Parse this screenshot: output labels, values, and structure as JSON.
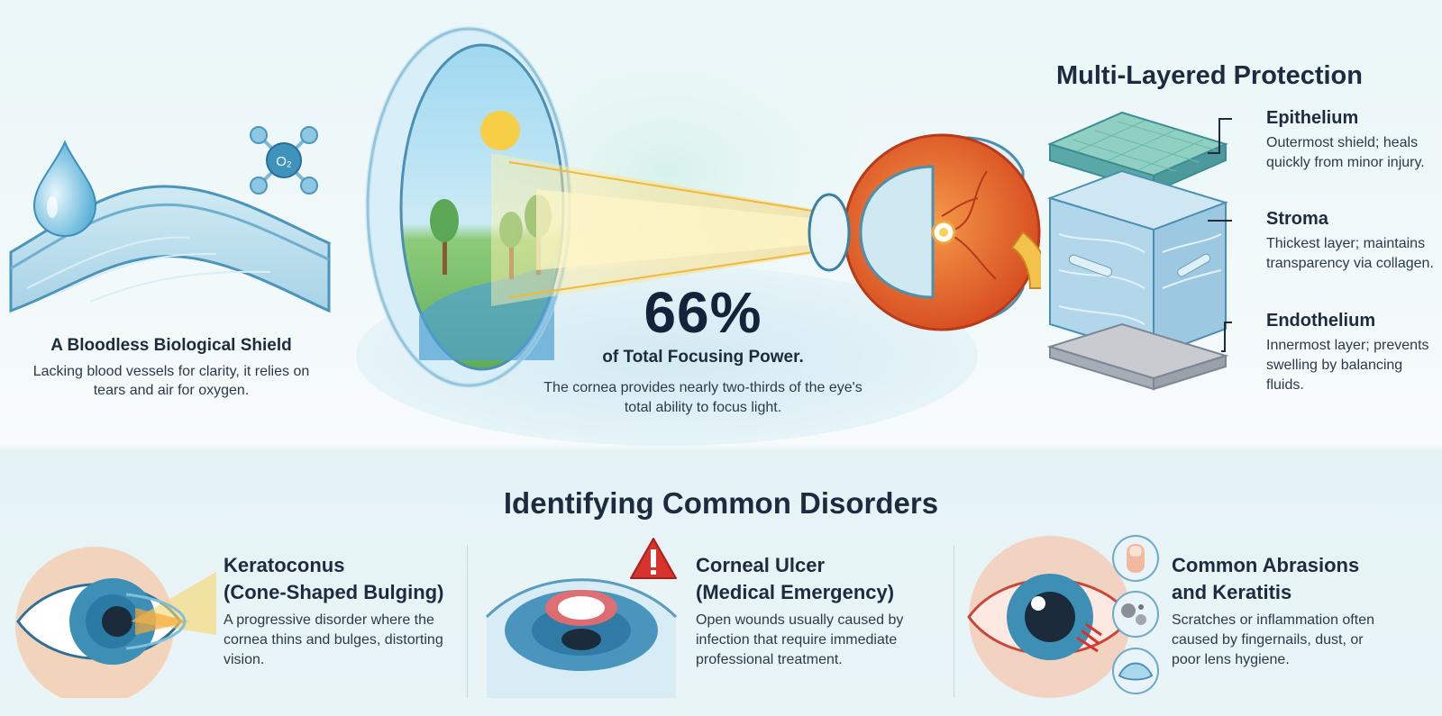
{
  "header": {
    "partial_title": ""
  },
  "shield": {
    "title": "A Bloodless Biological Shield",
    "description": "Lacking blood vessels for clarity, it relies on tears and air for oxygen.",
    "o2_label": "O₂"
  },
  "focus": {
    "percent": "66%",
    "label": "of Total Focusing Power.",
    "description": "The cornea provides nearly two-thirds of the eye's total ability to focus light."
  },
  "layers": {
    "title": "Multi-Layered Protection",
    "items": [
      {
        "name": "Epithelium",
        "description": "Outermost shield; heals quickly from minor injury."
      },
      {
        "name": "Stroma",
        "description": "Thickest layer; maintains transparency via collagen."
      },
      {
        "name": "Endothelium",
        "description": "Innermost layer; prevents swelling by balancing fluids."
      }
    ]
  },
  "disorders": {
    "title": "Identifying Common Disorders",
    "items": [
      {
        "title": "Keratoconus",
        "subtitle": "(Cone-Shaped Bulging)",
        "description": "A progressive disorder where the cornea thins and bulges, distorting vision."
      },
      {
        "title": "Corneal Ulcer",
        "subtitle": "(Medical Emergency)",
        "description": "Open wounds usually caused by infection that require immediate professional treatment."
      },
      {
        "title": "Common Abrasions",
        "subtitle": "and Keratitis",
        "description": "Scratches or inflammation often caused by fingernails, dust, or poor lens hygiene."
      }
    ]
  },
  "colors": {
    "accent_blue": "#4aa3c9",
    "eye_orange": "#e8632b",
    "warning_red": "#d8322d",
    "light_beam": "#f7d44a"
  },
  "icons": [
    "water-drop-icon",
    "oxygen-molecule-icon",
    "sun-icon",
    "tree-icon",
    "eyeball-icon",
    "warning-icon",
    "fingernail-icon",
    "dust-icon",
    "contact-lens-icon"
  ]
}
